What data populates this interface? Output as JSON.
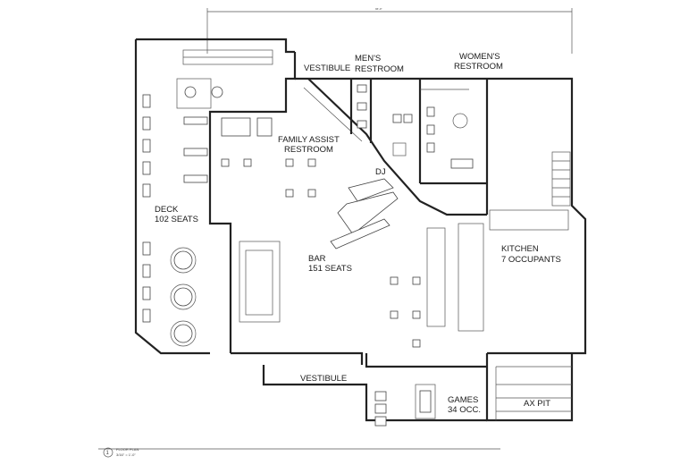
{
  "plan": {
    "dimension_top": "96'-0\"",
    "rooms": {
      "vestibule_top": "VESTIBULE",
      "mens_line1": "MEN'S",
      "mens_line2": "RESTROOM",
      "womens_line1": "WOMEN'S",
      "womens_line2": "RESTROOM",
      "family_line1": "FAMILY ASSIST",
      "family_line2": "RESTROOM",
      "dj": "DJ",
      "deck_line1": "DECK",
      "deck_line2": "102 SEATS",
      "bar_line1": "BAR",
      "bar_line2": "151 SEATS",
      "kitchen_line1": "KITCHEN",
      "kitchen_line2": "7 OCCUPANTS",
      "vestibule_bottom": "VESTIBULE",
      "games_line1": "GAMES",
      "games_line2": "34 OCC.",
      "ax_pit": "AX PIT"
    },
    "title_block": {
      "number": "1",
      "title": "FLOOR PLAN",
      "scale": "3/16\" = 1'-0\""
    }
  }
}
